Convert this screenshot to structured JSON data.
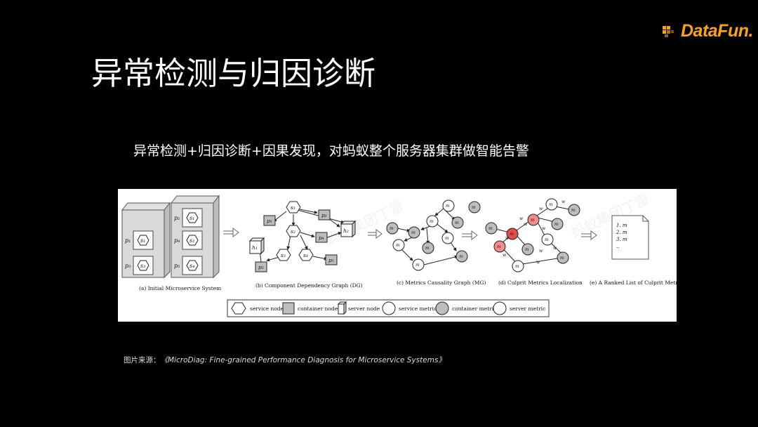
{
  "brand": {
    "logo_text": "DataFun.",
    "accent": "#f7a21b"
  },
  "slide": {
    "title": "异常检测与归因诊断",
    "subtitle": "异常检测+归因诊断+因果发现，对蚂蚁整个服务器集群做智能告警"
  },
  "figure": {
    "captions": {
      "a": "(a) Initial Microservice System",
      "b": "(b) Component Dependency Graph (DG)",
      "c": "(c)  Metrics Causality Graph (MG)",
      "d": "(d)  Culprit Metrics Localization",
      "e": "(e) A Ranked List of Culprit Metrics"
    },
    "legend": {
      "service_node": "service node",
      "container_node": "container  node",
      "server_node": "server  node",
      "service_metric": "service metric",
      "container_metric": "container metric",
      "server_metric": "server metric"
    },
    "ranked_list": [
      "1. m",
      "2. m",
      "3. m"
    ],
    "watermark": "蚂蚁集团丁雷"
  },
  "source": {
    "label": "图片来源：",
    "reference": "《MicroDiag: Fine-grained Performance Diagnosis for Microservice Systems》"
  }
}
